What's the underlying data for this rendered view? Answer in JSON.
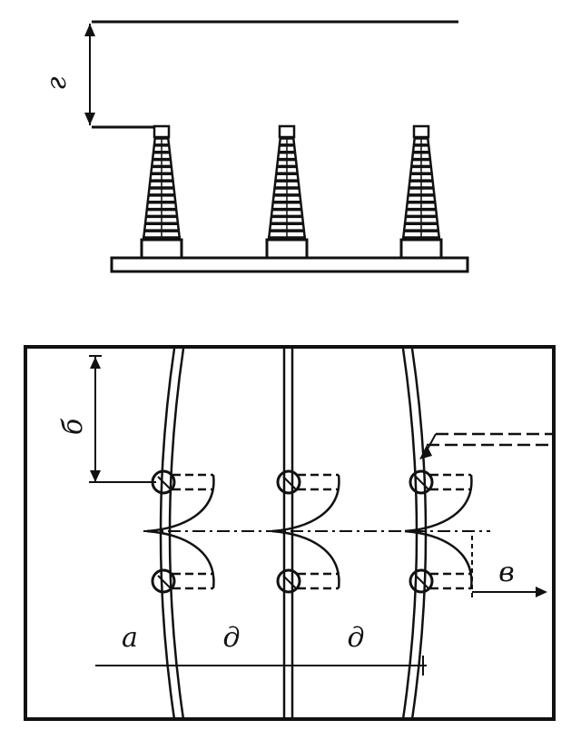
{
  "labels": {
    "g": "г",
    "b": "б",
    "v": "в",
    "a": "а",
    "d1": "д",
    "d2": "д"
  },
  "colors": {
    "ink": "#111111",
    "paper": "#ffffff"
  }
}
